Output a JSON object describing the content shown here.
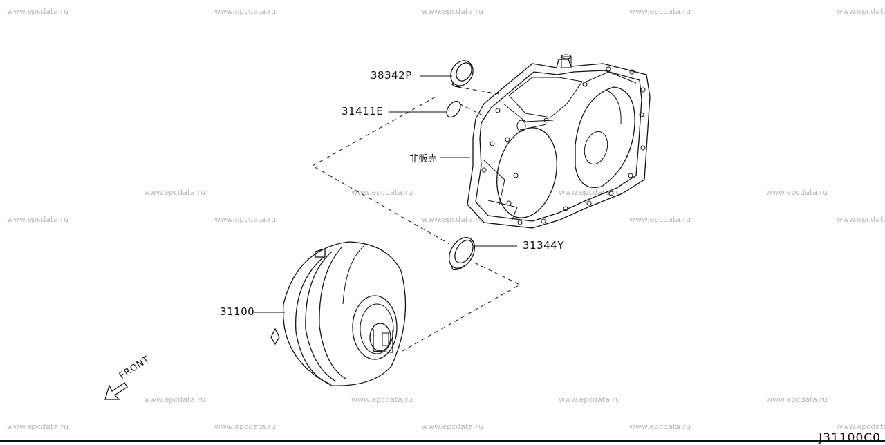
{
  "watermark": "www.epcdata.ru",
  "diagram_code": "J31100C0",
  "front_label": "FRONT",
  "parts": {
    "seal_top": "38342P",
    "o_ring": "31411E",
    "case_note": "非販売",
    "oil_seal": "31344Y",
    "torque_converter": "31100"
  }
}
